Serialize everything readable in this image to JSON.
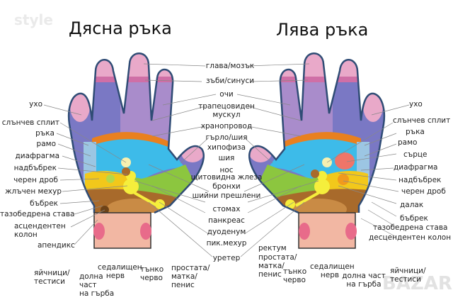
{
  "titles": {
    "right_hand": "Дясна ръка",
    "left_hand": "Лява ръка"
  },
  "watermarks": {
    "top_left": "style",
    "bottom_right": "BAZAR"
  },
  "colors": {
    "finger_tip": "#e9a9c9",
    "finger_band": "#cf6fa6",
    "finger_purple": "#a98ccb",
    "finger_blue": "#7a78c4",
    "orange_band": "#e9801f",
    "light_blue": "#3dbbe9",
    "pale_blue": "#9cc6e3",
    "green": "#8cc63f",
    "yellow": "#f2c81b",
    "bright_yellow": "#f5ee3c",
    "brown": "#a86a2b",
    "light_brown": "#c98b45",
    "wrist": "#f2b7a3",
    "wrist_spot": "#e86b8a",
    "heart_spot": "#ef7569",
    "outline": "#2f4c75"
  },
  "center_labels": [
    "глава/мозък",
    "зъби/синуси",
    "очи",
    "трапецовиден\nмускул",
    "хранопровод",
    "гърло/шия",
    "хипофиза",
    "шия",
    "нос",
    "щитовидна жлеза",
    "бронхи",
    "шийни прешлени",
    "стомах",
    "панкреас",
    "дуоденум",
    "пик.мехур",
    "уретер"
  ],
  "right_hand_labels": {
    "left_side": [
      "ухо",
      "слънчев сплит",
      "ръка",
      "рамо",
      "диафрагма",
      "надбъбрек",
      "черен дроб",
      "жлъчен мехур",
      "бъбрек",
      "тазобедрена става",
      "асцендентен\nколон",
      "апендикс"
    ],
    "bottom": [
      "яйчници/\nтестиси",
      "долна\nчаст\nна гърба",
      "седалищен\nнерв",
      "тънко\nчерво",
      "простата/\nматка/\nпенис"
    ]
  },
  "left_hand_labels": {
    "right_side": [
      "ухо",
      "слънчев сплит",
      "ръка",
      "рамо",
      "сърце",
      "диафрагма",
      "надбъбрек",
      "черен дроб",
      "далак",
      "бъбрек",
      "тазобедрена става",
      "десцендентен колон"
    ],
    "bottom": [
      "ректум",
      "простата/\nматка/\nпенис",
      "тънко\nчерво",
      "седалищен\nнерв",
      "долна част\nна гърба",
      "яйчници/\nтестиси"
    ]
  }
}
